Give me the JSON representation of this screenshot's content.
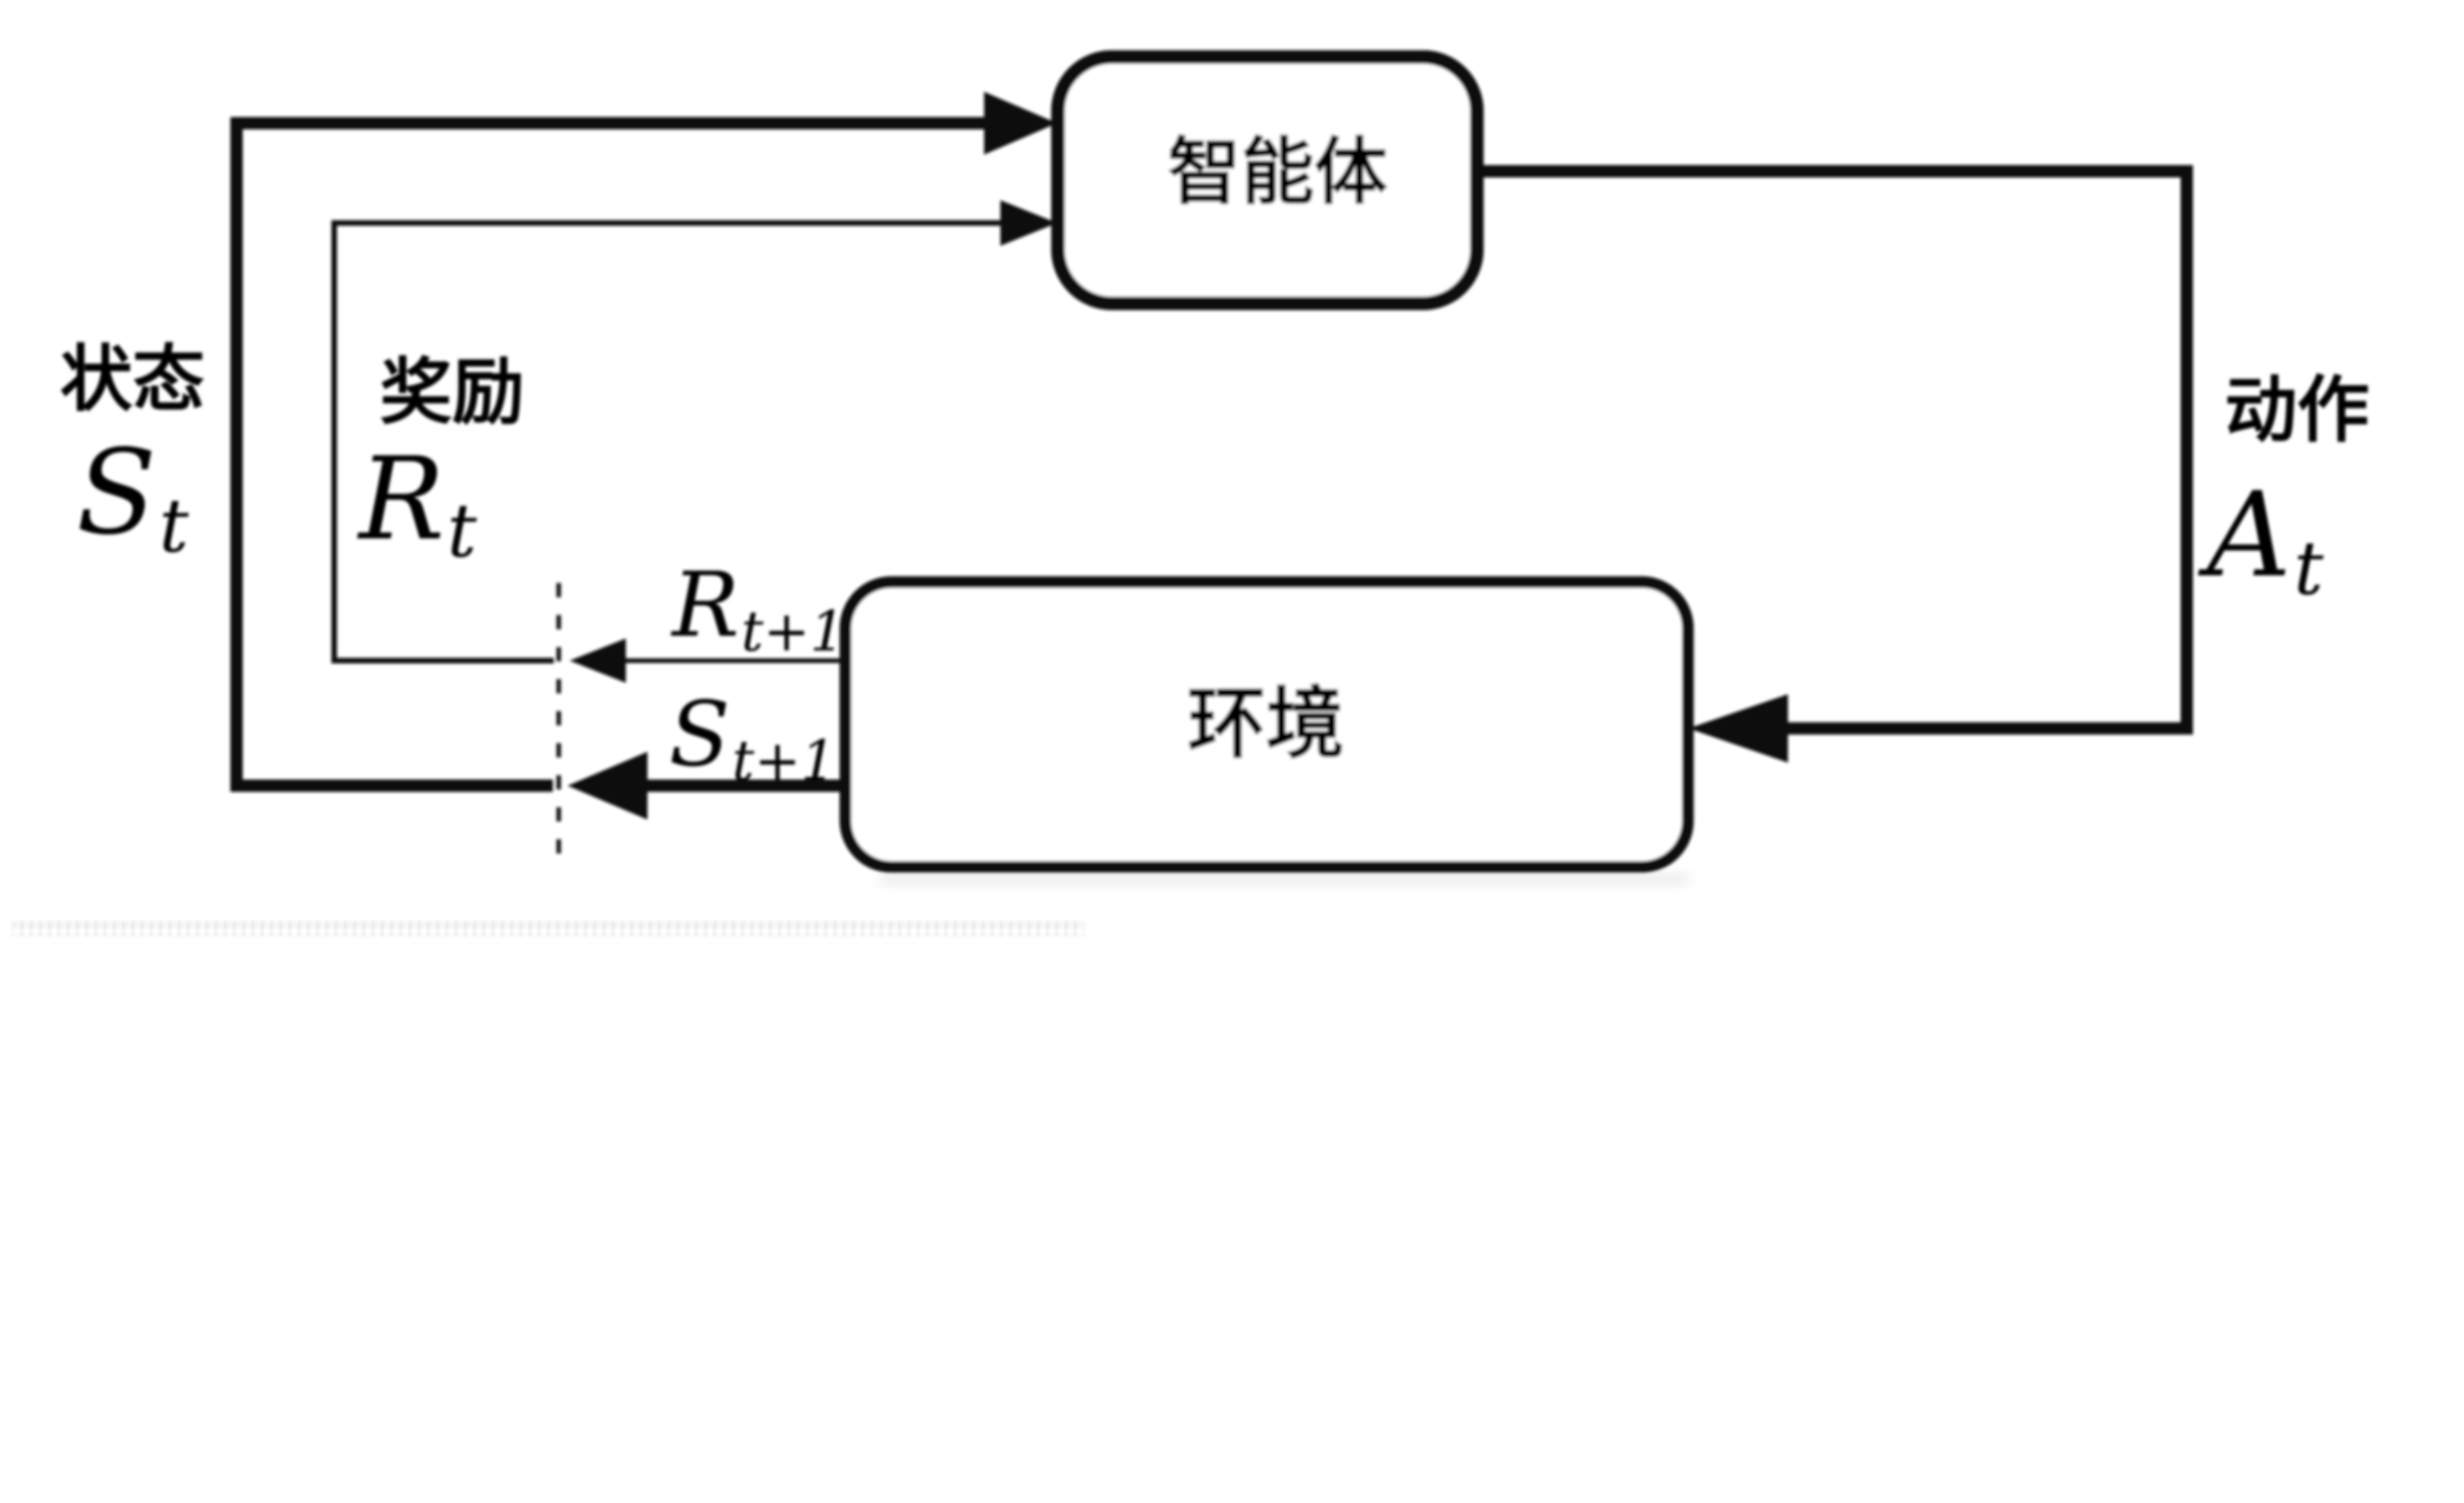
{
  "page": {
    "background": "#ffffff",
    "ink_color": "#0b0b0b"
  },
  "diagram": {
    "agent": {
      "label": "智能体"
    },
    "environment": {
      "label": "环境"
    },
    "state": {
      "label": "状态",
      "symbol": "S",
      "subscript": "t"
    },
    "reward": {
      "label": "奖励",
      "symbol": "R",
      "subscript": "t"
    },
    "action": {
      "label": "动作",
      "symbol": "A",
      "subscript": "t"
    },
    "next_reward": {
      "symbol": "R",
      "subscript": "t+1"
    },
    "next_state": {
      "symbol": "S",
      "subscript": "t+1"
    }
  }
}
